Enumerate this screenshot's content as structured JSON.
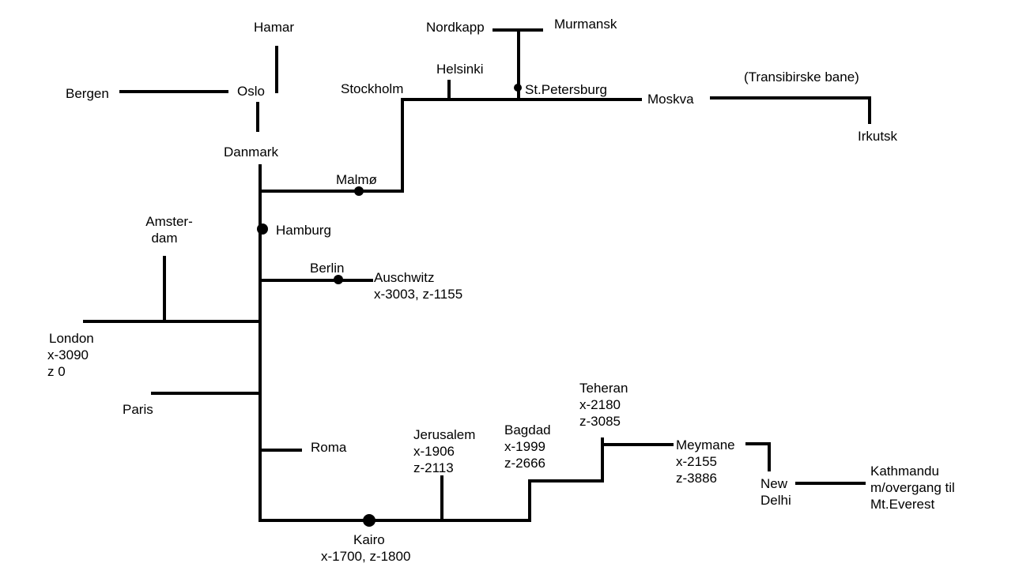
{
  "stations": {
    "hamar": "Hamar",
    "oslo": "Oslo",
    "bergen": "Bergen",
    "danmark": "Danmark",
    "stockholm": "Stockholm",
    "helsinki": "Helsinki",
    "nordkapp": "Nordkapp",
    "murmansk": "Murmansk",
    "st_petersburg": "St.Petersburg",
    "moskva": "Moskva",
    "transibirske": "(Transibirske bane)",
    "irkutsk": "Irkutsk",
    "malmo": "Malmø",
    "hamburg": "Hamburg",
    "amsterdam_1": "Amster-",
    "amsterdam_2": "dam",
    "berlin": "Berlin",
    "auschwitz": "Auschwitz",
    "auschwitz_x": "x-3003,",
    "auschwitz_z": "z-1155",
    "london": "London",
    "london_x": "x-3090",
    "london_z": "z 0",
    "paris": "Paris",
    "roma": "Roma",
    "kairo": "Kairo",
    "kairo_x": "x-1700,",
    "kairo_z": "z-1800",
    "jerusalem": "Jerusalem",
    "jerusalem_x": "x-1906",
    "jerusalem_z": "z-2113",
    "bagdad": "Bagdad",
    "bagdad_x": "x-1999",
    "bagdad_z": "z-2666",
    "teheran": "Teheran",
    "teheran_x": "x-2180",
    "teheran_z": "z-3085",
    "meymane": "Meymane",
    "meymane_x": "x-2155",
    "meymane_z": "z-3886",
    "new_delhi_1": "New",
    "new_delhi_2": "Delhi",
    "kathmandu_1": "Kathmandu",
    "kathmandu_2": "m/overgang til",
    "kathmandu_3": "Mt.Everest"
  }
}
